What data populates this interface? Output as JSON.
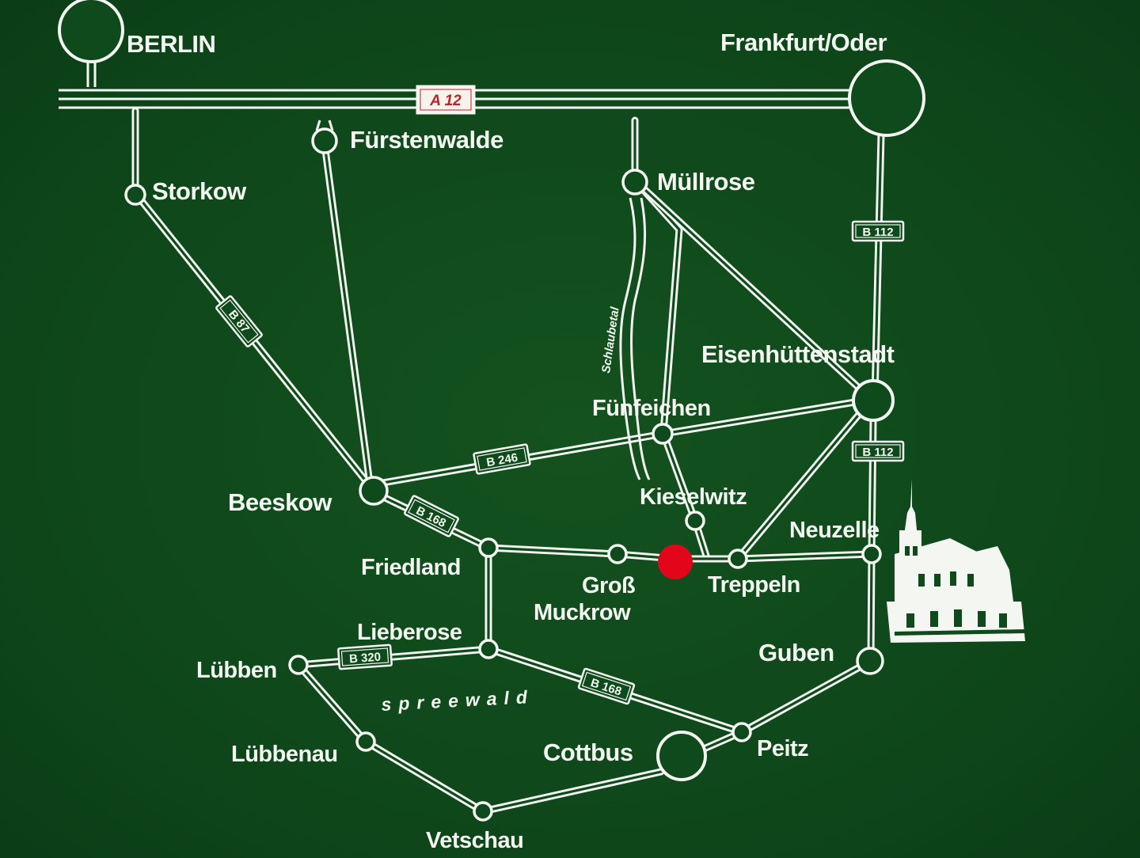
{
  "cities": {
    "berlin": "BERLIN",
    "frankfurt_oder": "Frankfurt/Oder",
    "fuerstenwalde": "Fürstenwalde",
    "storkow": "Storkow",
    "muellrose": "Müllrose",
    "eisenhuettenstadt": "Eisenhüttenstadt",
    "fuenfeichen": "Fünfeichen",
    "beeskow": "Beeskow",
    "kieselwitz": "Kieselwitz",
    "neuzelle": "Neuzelle",
    "friedland": "Friedland",
    "gross": "Groß",
    "muckrow": "Muckrow",
    "treppeln": "Treppeln",
    "lieberose": "Lieberose",
    "luebben": "Lübben",
    "guben": "Guben",
    "luebbenau": "Lübbenau",
    "cottbus": "Cottbus",
    "peitz": "Peitz",
    "vetschau": "Vetschau"
  },
  "roads": {
    "a12": "A 12",
    "b112_north": "B 112",
    "b112_south": "B 112",
    "b246": "B 246",
    "b168_beeskow": "B 168",
    "b320": "B 320",
    "b168_peitz": "B 168",
    "b87": "B 87"
  },
  "features": {
    "river": "Schlaubetal",
    "region": "spreewald"
  },
  "colors": {
    "background": "#0f4a1c",
    "lines": "#f4f6f1",
    "destination_marker": "#e3061b",
    "a12_label": "#b5262a"
  },
  "icons": {
    "destination": "red-dot-icon",
    "church": "church-icon"
  }
}
